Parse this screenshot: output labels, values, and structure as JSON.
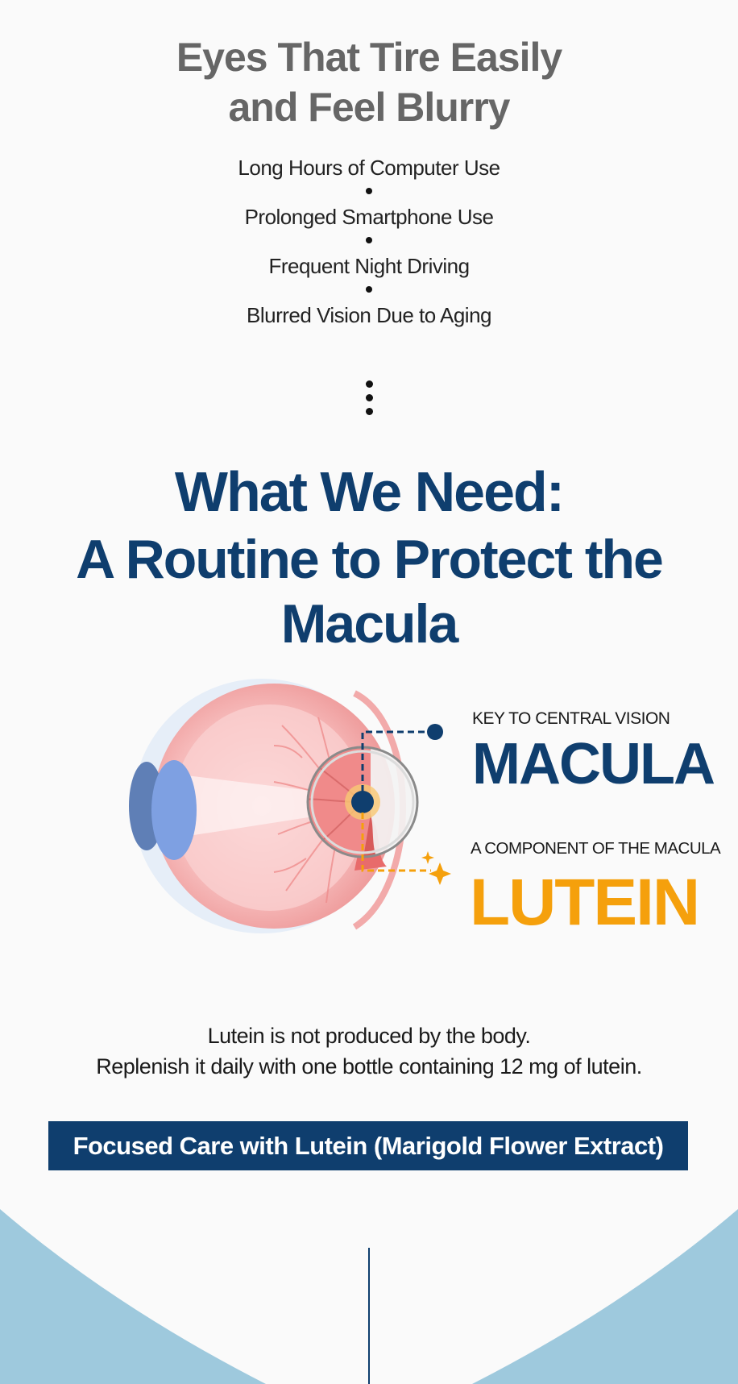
{
  "headline": {
    "line1": "Eyes That Tire Easily",
    "line2": "and Feel Blurry"
  },
  "symptoms": [
    "Long Hours of Computer Use",
    "Prolonged Smartphone Use",
    "Frequent Night Driving",
    "Blurred Vision Due to Aging"
  ],
  "need": {
    "line1": "What We Need:",
    "line2": "A Routine to Protect the Macula"
  },
  "macula": {
    "caption": "KEY TO CENTRAL VISION",
    "name": "MACULA"
  },
  "lutein": {
    "caption": "A COMPONENT OF THE MACULA",
    "name": "LUTEIN"
  },
  "body": {
    "line1": "Lutein is not produced by the body.",
    "line2": "Replenish it daily with one bottle containing 12 mg of lutein."
  },
  "banner": {
    "text": "Focused Care with Lutein (Marigold Flower Extract)"
  },
  "colors": {
    "navy": "#0f3e6e",
    "orange": "#f5a00c",
    "light_blue": "#9ec9dd",
    "headline_gray": "#666666"
  },
  "icons": [
    "eye-diagram",
    "magnifier-icon",
    "sparkle-icon"
  ]
}
